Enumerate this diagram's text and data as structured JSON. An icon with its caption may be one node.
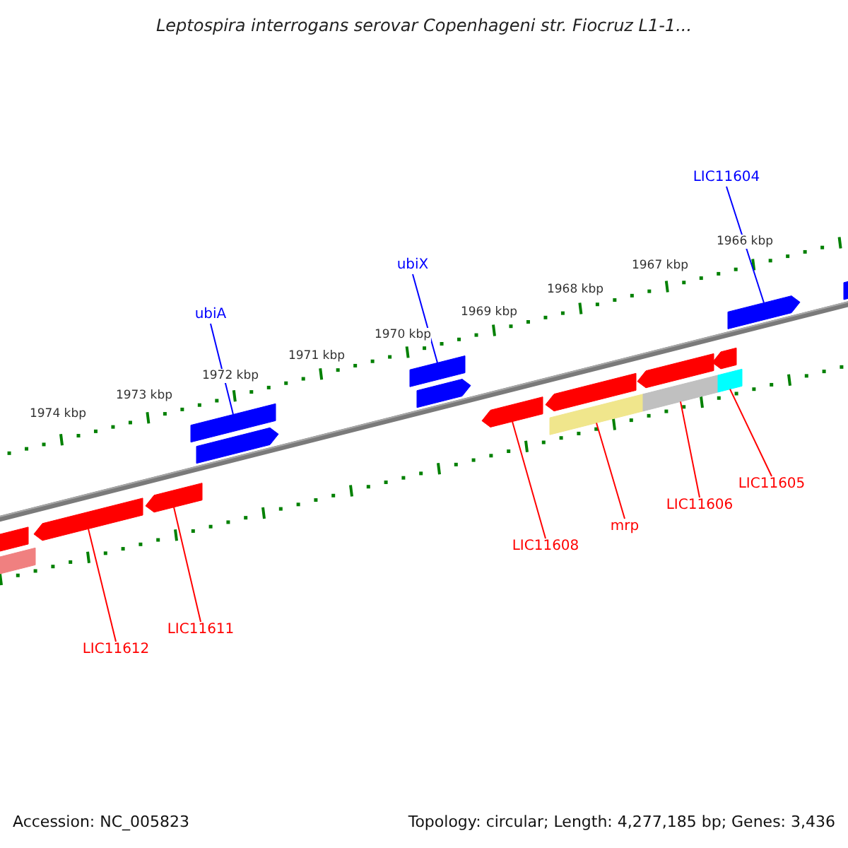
{
  "diagram": {
    "title": "Leptospira interrogans serovar Copenhageni str. Fiocruz L1-1...",
    "nodes": [
      {
        "text": [
          "LIC11604"
        ]
      },
      {
        "text": [
          "ubiX"
        ]
      },
      {
        "text": [
          "ubiA"
        ]
      },
      {
        "text": [
          "LIC11608"
        ]
      },
      {
        "text": [
          "mrp"
        ]
      },
      {
        "text": [
          "LIC11606"
        ]
      },
      {
        "text": [
          "LIC11605"
        ]
      },
      {
        "text": [
          "LIC11611"
        ]
      },
      {
        "text": [
          "LIC11612"
        ]
      },
      {
        "text": [],
        "shape": "bar"
      },
      {
        "text": [],
        "shape": "bar"
      },
      {
        "text": [],
        "shape": "bar"
      },
      {
        "text": [],
        "shape": "bar"
      },
      {
        "text": [],
        "shape": "bar"
      },
      {
        "text": [],
        "shape": "bar"
      },
      {
        "text": [],
        "shape": "bar"
      },
      {
        "text": [],
        "shape": "bar"
      },
      {
        "text": [],
        "shape": "bar"
      },
      {
        "text": [],
        "shape": "bar"
      },
      {
        "text": [],
        "shape": "bar"
      },
      {
        "text": [],
        "shape": "bar"
      },
      {
        "text": [],
        "shape": "bar"
      },
      {
        "text": [],
        "shape": "bar"
      },
      {
        "text": [],
        "shape": "bar"
      },
      {
        "text": [],
        "shape": "bar"
      },
      {
        "text": [],
        "shape": "bar"
      }
    ],
    "edges": [
      {
        "from": 0,
        "to": 13,
        "arrow": "none",
        "color": "#0000ff"
      },
      {
        "from": 1,
        "to": 11,
        "arrow": "none",
        "color": "#0000ff"
      },
      {
        "from": 2,
        "to": 9,
        "arrow": "none",
        "color": "#0000ff"
      },
      {
        "from": 3,
        "to": 18,
        "arrow": "none"
      },
      {
        "from": 4,
        "to": 23,
        "arrow": "none"
      },
      {
        "from": 5,
        "to": 24,
        "arrow": "none"
      },
      {
        "from": 6,
        "to": 25,
        "arrow": "none"
      },
      {
        "from": 7,
        "to": 17,
        "arrow": "none"
      },
      {
        "from": 8,
        "to": 16,
        "arrow": "none"
      }
    ],
    "labels": [
      "1966 kbp",
      "1967 kbp",
      "1968 kbp",
      "1969 kbp",
      "1970 kbp",
      "1971 kbp",
      "1972 kbp",
      "1973 kbp",
      "1974 kbp",
      "Accession: NC_005823",
      "Topology: circular; Length: 4,277,185 bp; Genes: 3,436"
    ]
  }
}
